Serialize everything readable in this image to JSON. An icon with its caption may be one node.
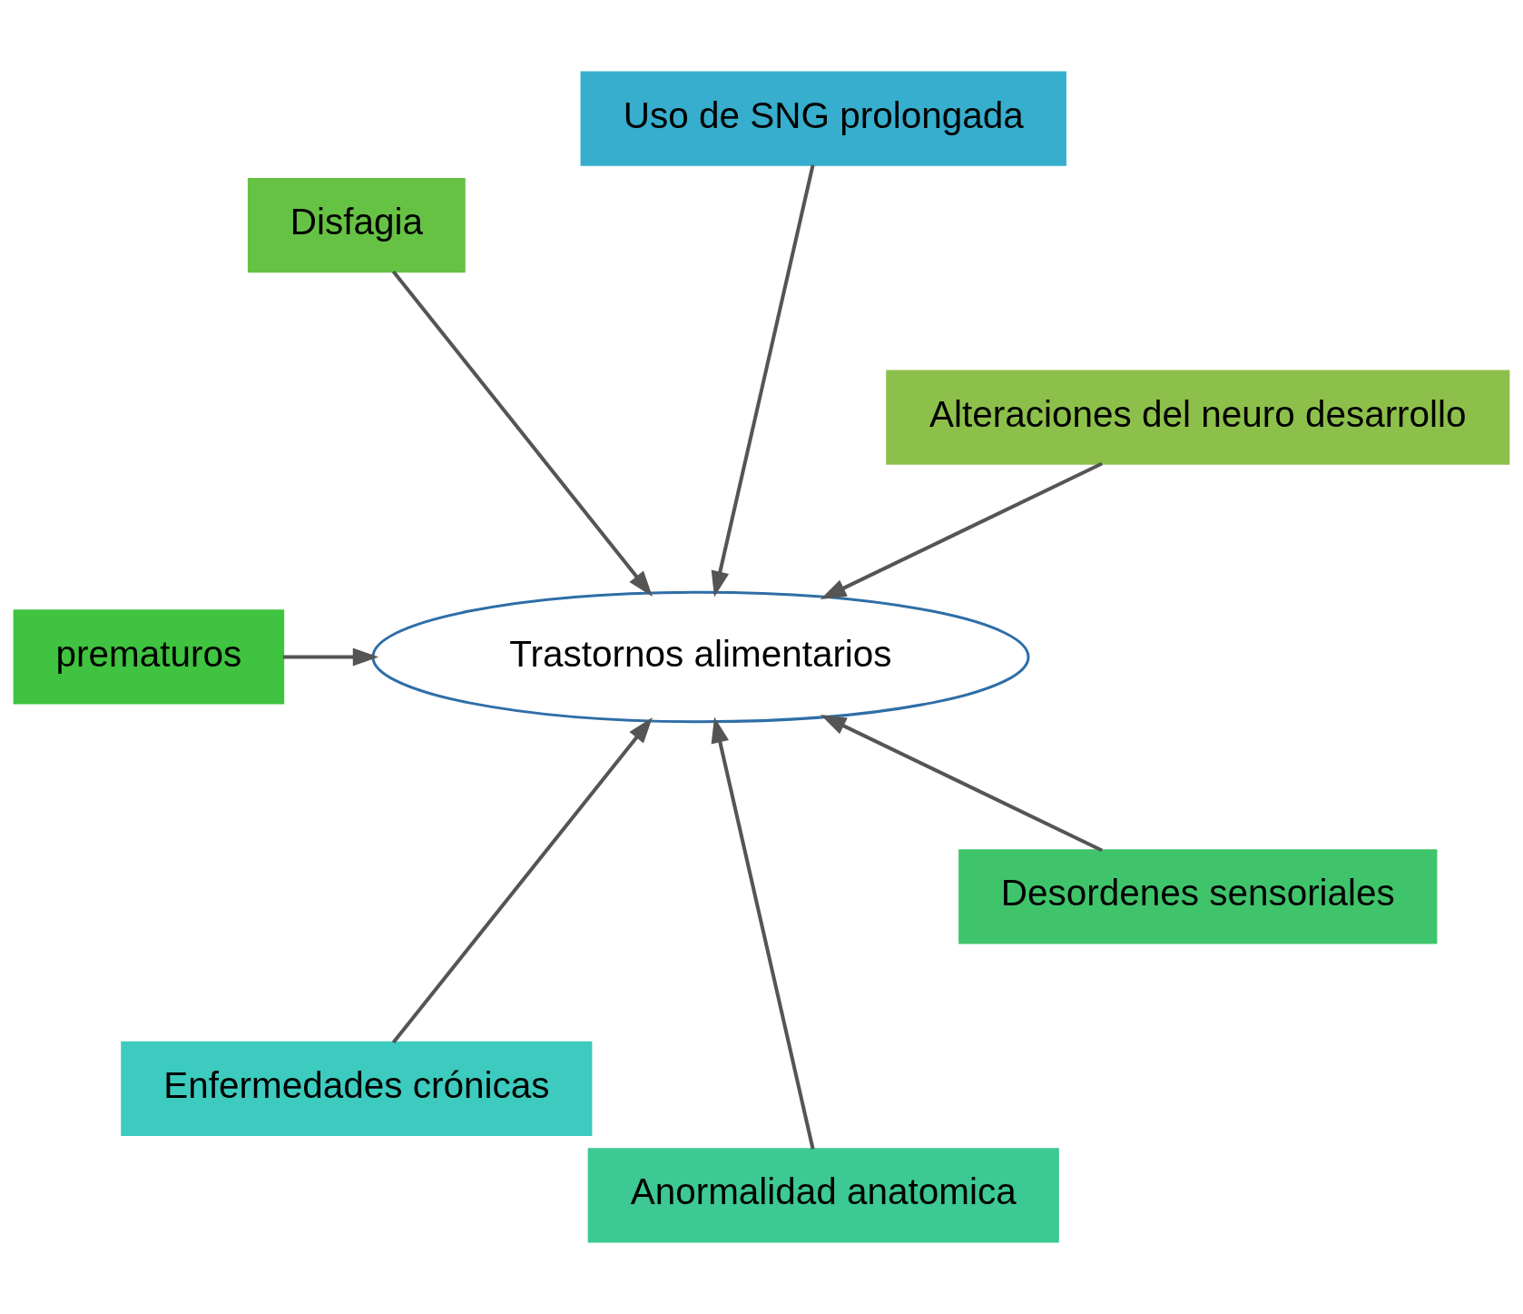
{
  "diagram": {
    "nodes": [
      {
        "text": [
          "Alteraciones del neuro desarrollo"
        ]
      },
      {
        "text": [
          "Uso de SNG prolongada"
        ]
      },
      {
        "text": [
          "Disfagia"
        ]
      },
      {
        "text": [
          "Trastornos alimentarios"
        ]
      },
      {
        "text": [
          "prematuros"
        ]
      },
      {
        "text": [
          "Enfermedades crónicas"
        ]
      },
      {
        "text": [
          "Anormalidad anatomica"
        ]
      },
      {
        "text": [
          "Desordenes sensoriales"
        ]
      }
    ],
    "edges": [
      {
        "from": 0,
        "to": 3,
        "arrow": "to"
      },
      {
        "from": 1,
        "to": 3,
        "arrow": "to"
      },
      {
        "from": 2,
        "to": 3,
        "arrow": "to"
      },
      {
        "from": 4,
        "to": 3,
        "arrow": "to"
      },
      {
        "from": 5,
        "to": 3,
        "arrow": "to"
      },
      {
        "from": 6,
        "to": 3,
        "arrow": "to"
      },
      {
        "from": 7,
        "to": 3,
        "arrow": "to"
      }
    ]
  }
}
